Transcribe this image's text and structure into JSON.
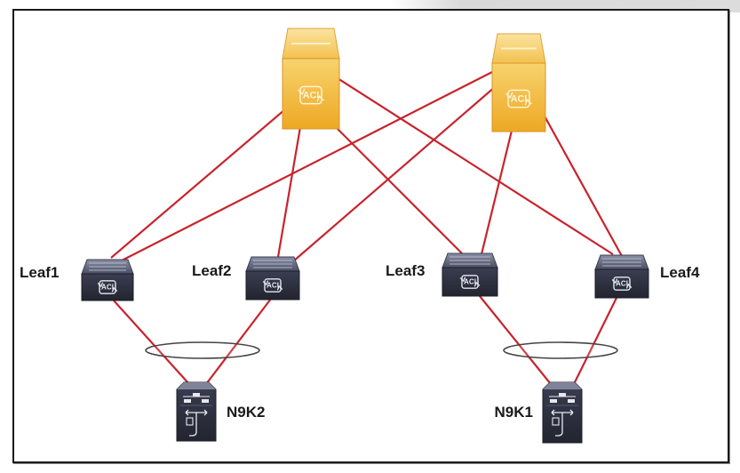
{
  "diagram": {
    "title": "",
    "colors": {
      "link": "#c8232c",
      "spine_fill": "#f2b632",
      "leaf_fill": "#2f3142",
      "border": "#1a1a1a"
    },
    "spines": [
      {
        "id": "spine1",
        "label": "",
        "icon": "apic-acl-spine-icon",
        "icon_text": "ACI"
      },
      {
        "id": "spine2",
        "label": "",
        "icon": "apic-acl-spine-icon",
        "icon_text": "ACI"
      }
    ],
    "leaves": [
      {
        "id": "leaf1",
        "label": "Leaf1",
        "icon_text": "ACI"
      },
      {
        "id": "leaf2",
        "label": "Leaf2",
        "icon_text": "ACI"
      },
      {
        "id": "leaf3",
        "label": "Leaf3",
        "icon_text": "ACI"
      },
      {
        "id": "leaf4",
        "label": "Leaf4",
        "icon_text": "ACI"
      }
    ],
    "hosts": [
      {
        "id": "n9k2",
        "label": "N9K2"
      },
      {
        "id": "n9k1",
        "label": "N9K1"
      }
    ],
    "links": [
      [
        "spine1",
        "leaf1"
      ],
      [
        "spine1",
        "leaf2"
      ],
      [
        "spine1",
        "leaf3"
      ],
      [
        "spine1",
        "leaf4"
      ],
      [
        "spine2",
        "leaf1"
      ],
      [
        "spine2",
        "leaf2"
      ],
      [
        "spine2",
        "leaf3"
      ],
      [
        "spine2",
        "leaf4"
      ],
      [
        "leaf1",
        "n9k2"
      ],
      [
        "leaf2",
        "n9k2"
      ],
      [
        "leaf3",
        "n9k1"
      ],
      [
        "leaf4",
        "n9k1"
      ]
    ],
    "port_channels": [
      {
        "id": "vpc-n9k2",
        "members": [
          "leaf1",
          "leaf2"
        ],
        "host": "n9k2"
      },
      {
        "id": "vpc-n9k1",
        "members": [
          "leaf3",
          "leaf4"
        ],
        "host": "n9k1"
      }
    ]
  }
}
